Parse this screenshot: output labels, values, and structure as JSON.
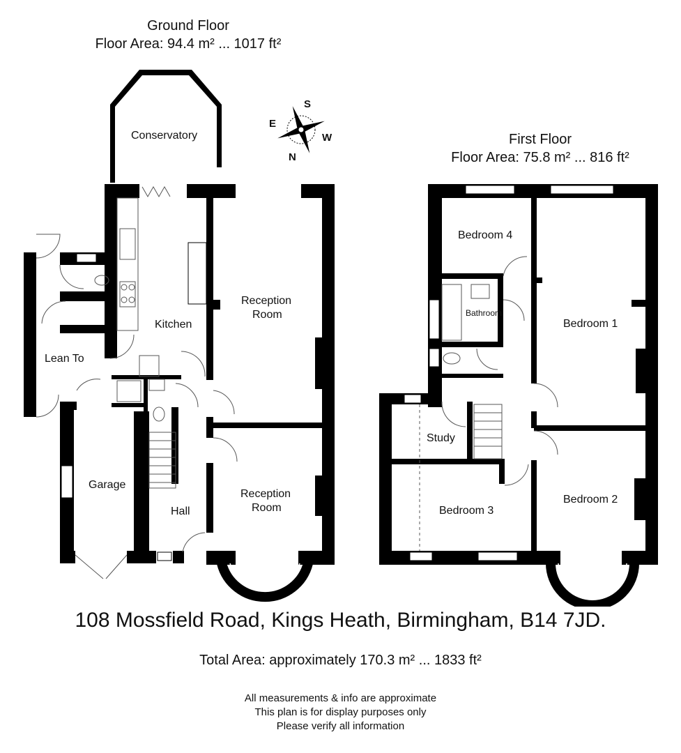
{
  "ground_floor": {
    "title": "Ground Floor",
    "area": "Floor Area: 94.4 m² ... 1017 ft²",
    "rooms": [
      "Conservatory",
      "Kitchen",
      "Reception Room",
      "Lean To",
      "Garage",
      "Hall"
    ]
  },
  "first_floor": {
    "title": "First Floor",
    "area": "Floor Area: 75.8 m² ... 816 ft²",
    "rooms": [
      "Bedroom 4",
      "Bathroom",
      "Bedroom 1",
      "Study",
      "Bedroom 3",
      "Bedroom 2"
    ]
  },
  "compass": {
    "s": "S",
    "e": "E",
    "w": "W",
    "n": "N"
  },
  "address": "108 Mossfield Road, Kings Heath, Birmingham, B14 7JD.",
  "total_area": "Total Area: approximately 170.3 m² ... 1833 ft²",
  "disclaimer": [
    "All measurements & info are approximate",
    "This plan is for display purposes only",
    "Please verify all information"
  ]
}
